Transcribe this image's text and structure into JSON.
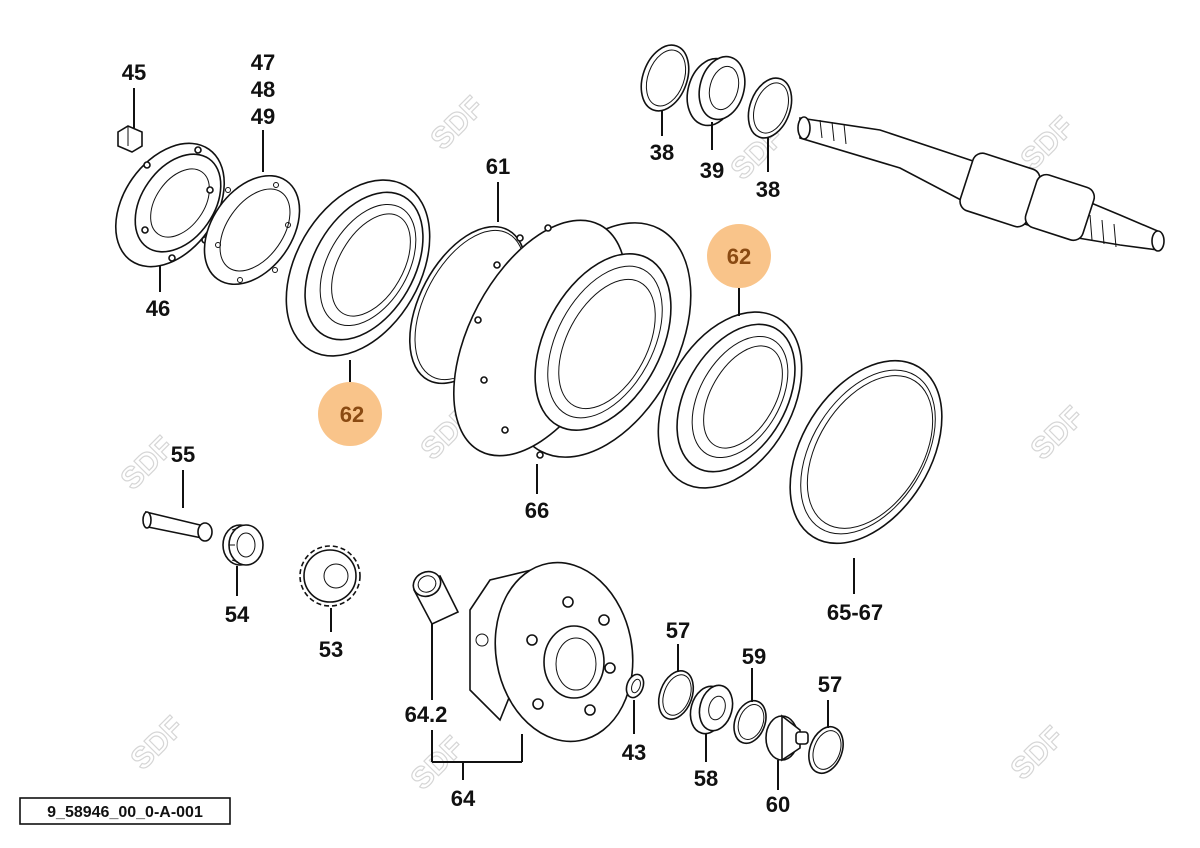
{
  "drawing_code": "9_58946_00_0-A-001",
  "watermark": "SDF",
  "highlight_color": "#f9c48a",
  "labels": {
    "l45": "45",
    "l47": "47",
    "l48": "48",
    "l49": "49",
    "l46": "46",
    "l61": "61",
    "l62a": "62",
    "l62b": "62",
    "l66": "66",
    "l38a": "38",
    "l39": "39",
    "l38b": "38",
    "l55": "55",
    "l54": "54",
    "l53": "53",
    "l64_2": "64.2",
    "l64": "64",
    "l43": "43",
    "l57a": "57",
    "l58": "58",
    "l59": "59",
    "l60": "60",
    "l57b": "57",
    "l65_67": "65-67"
  }
}
